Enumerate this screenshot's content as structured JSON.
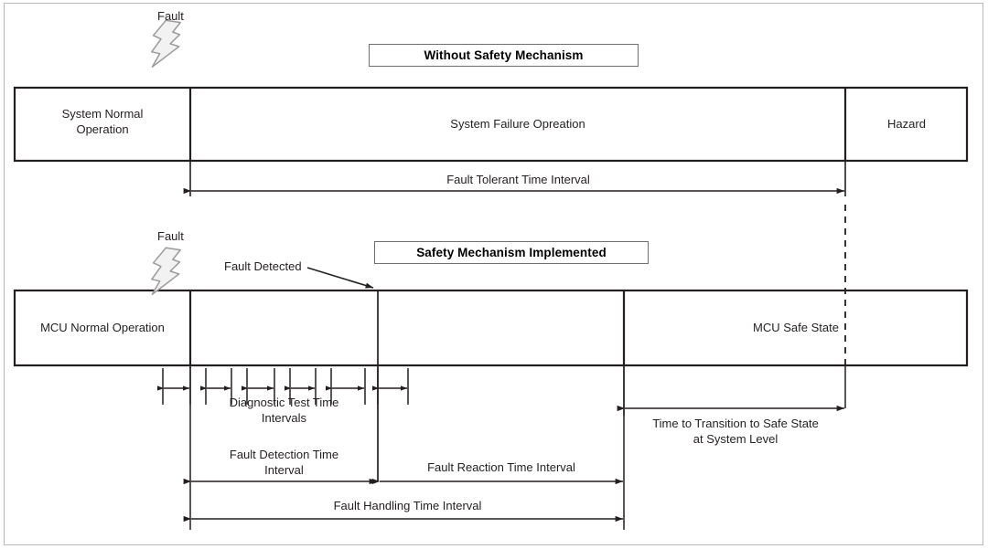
{
  "diagram": {
    "title": "Fault Tolerant Time Interval timing diagram",
    "colors": {
      "outline": "#231f20",
      "frame": "#b9b9b9",
      "text": "#231f20",
      "title_border": "#6f6f6f",
      "bolt_fill": "#f2f2f2",
      "bolt_stroke": "#9a9a9a",
      "background": "#ffffff"
    },
    "top_section": {
      "banner": "Without Safety Mechanism",
      "fault_label": "Fault",
      "bands": [
        {
          "label": "System Normal Operation",
          "lines": [
            "System Normal",
            "Operation"
          ]
        },
        {
          "label": "System Failure Opreation",
          "lines": [
            "System Failure Opreation"
          ]
        },
        {
          "label": "Hazard",
          "lines": [
            "Hazard"
          ]
        }
      ],
      "interval": {
        "label": "Fault Tolerant Time Interval"
      }
    },
    "bottom_section": {
      "banner": "Safety Mechanism Implemented",
      "fault_label": "Fault",
      "fault_detected_label": "Fault Detected",
      "bands": [
        {
          "label": "MCU Normal Operation",
          "lines": [
            "MCU Normal Operation"
          ]
        },
        {
          "label": "MCU Safe State",
          "lines": [
            "MCU Safe State"
          ]
        }
      ],
      "intervals": [
        {
          "id": "diagnostic-test-time-intervals",
          "lines": [
            "Diagnostic Test Time",
            "Intervals"
          ]
        },
        {
          "id": "fault-detection-time-interval",
          "lines": [
            "Fault Detection Time",
            "Interval"
          ]
        },
        {
          "id": "fault-reaction-time-interval",
          "lines": [
            "Fault Reaction Time Interval"
          ]
        },
        {
          "id": "fault-handling-time-interval",
          "lines": [
            "Fault Handling Time Interval"
          ]
        },
        {
          "id": "time-to-transition-to-safe-state",
          "lines": [
            "Time to Transition to Safe State",
            "at System Level"
          ]
        }
      ]
    }
  }
}
